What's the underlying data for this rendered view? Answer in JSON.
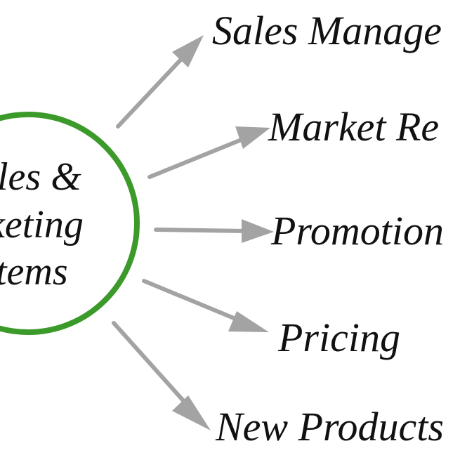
{
  "hub": {
    "lines": [
      "les &",
      "keting",
      "tems"
    ],
    "ring_color": "#3c9a2a"
  },
  "branches": [
    {
      "label": "Sales Manage"
    },
    {
      "label": "Market Re"
    },
    {
      "label": "Promotion"
    },
    {
      "label": "Pricing"
    },
    {
      "label": "New Products"
    }
  ],
  "arrow_color": "#a3a3a3"
}
